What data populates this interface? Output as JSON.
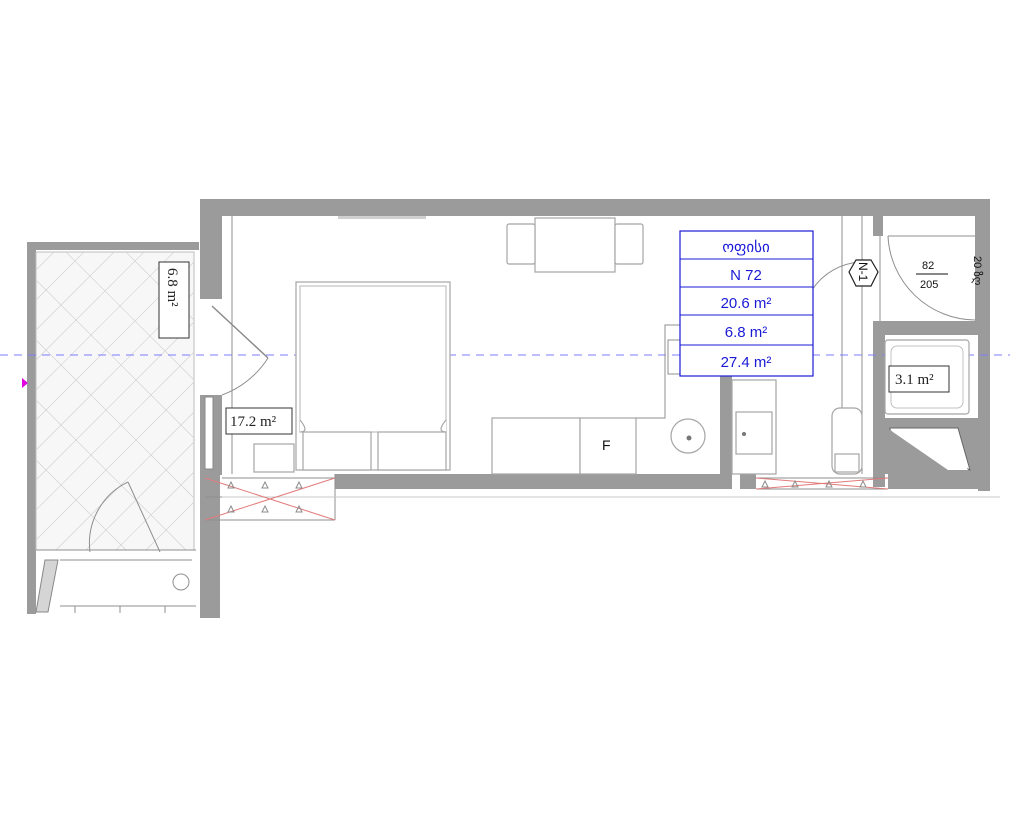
{
  "info_table": {
    "name": "ოფისი",
    "number": "N 72",
    "area_1": "20.6 m²",
    "area_2": "6.8 m²",
    "area_3": "27.4 m²"
  },
  "rooms": {
    "balcony_area": "6.8 m²",
    "main_area": "17.2 m²",
    "bath_area": "3.1 m²"
  },
  "fixtures": {
    "fridge_letter": "F"
  },
  "door_tag": {
    "code": "N-1",
    "width": "82",
    "height": "205",
    "sill": "20 ზღ"
  },
  "colors": {
    "wall": "#9b9b9b",
    "table_border": "#1a1ad6",
    "axis_line": "#7b7bff",
    "marker": "#e000e0"
  }
}
